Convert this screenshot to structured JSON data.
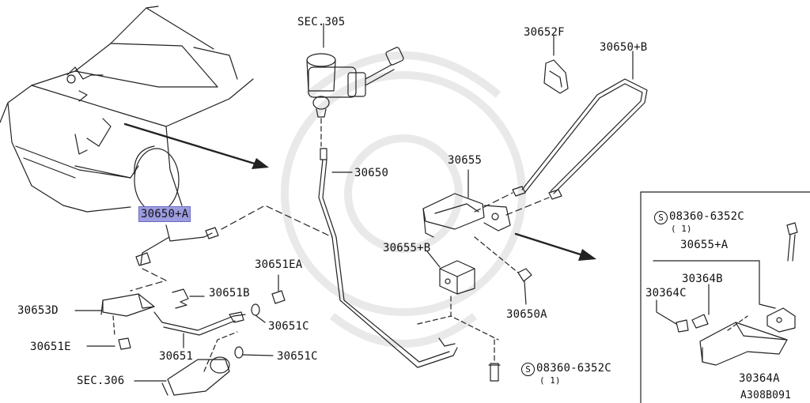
{
  "diagram": {
    "figure_id": "A308B091",
    "colors": {
      "highlight": "#9d9ce0",
      "line": "#222222",
      "watermark": "#e8e8e8"
    },
    "parts": {
      "sec305": "SEC.305",
      "p30652f": "30652F",
      "p30650b": "30650+B",
      "p30650": "30650",
      "p30655": "30655",
      "p30650a_hl": "30650+A",
      "p30655b": "30655+B",
      "p30651ea": "30651EA",
      "p30651b": "30651B",
      "p30653d": "30653D",
      "p30651c_1": "30651C",
      "p30650a": "30650A",
      "p30651e": "30651E",
      "p30651": "30651",
      "p30651c_2": "30651C",
      "sec306": "SEC.306",
      "bolt_main": "08360-6352C",
      "bolt_main_qty": "( 1)",
      "bolt_inset": "08360-6352C",
      "bolt_inset_qty": "( 1)",
      "inset_30655a": "30655+A",
      "inset_30364b": "30364B",
      "inset_30364c": "30364C",
      "inset_30364a": "30364A",
      "s_symbol": "S"
    }
  }
}
